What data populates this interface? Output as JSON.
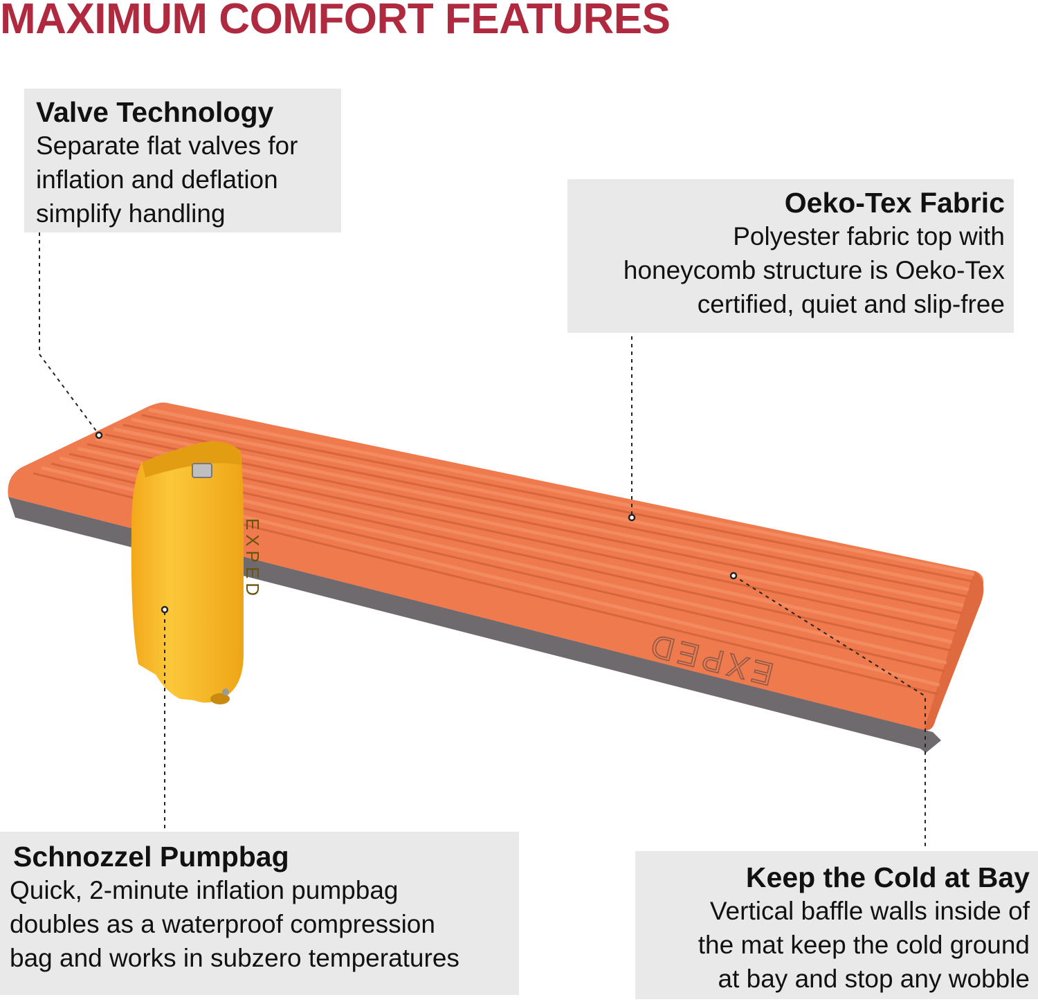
{
  "headline": "MAXIMUM COMFORT FEATURES",
  "callouts": {
    "valve": {
      "title": "Valve Technology",
      "lines": [
        "Separate flat valves for",
        "inflation and deflation",
        "simplify handling"
      ]
    },
    "oeko": {
      "title": "Oeko-Tex Fabric",
      "lines": [
        "Polyester fabric top with",
        "honeycomb structure is Oeko-Tex",
        "certified, quiet and slip-free"
      ]
    },
    "pump": {
      "title": "Schnozzel Pumpbag",
      "lines": [
        "Quick, 2-minute inflation pumpbag",
        "doubles as a waterproof compression",
        "bag and works in subzero temperatures"
      ]
    },
    "cold": {
      "title": "Keep the Cold at Bay",
      "lines": [
        "Vertical baffle walls inside of",
        "the mat keep the cold ground",
        "at bay and stop any wobble"
      ]
    }
  },
  "brand": {
    "mat_logo": "EXPED",
    "bag_logo": "EXPED"
  },
  "colors": {
    "headline": "#b02a3f",
    "callout_bg": "#e9e9ea",
    "mat_orange": "#ef7a4d",
    "mat_base": "#6f6a6d",
    "pumpbag_yellow": "#f5b724"
  }
}
